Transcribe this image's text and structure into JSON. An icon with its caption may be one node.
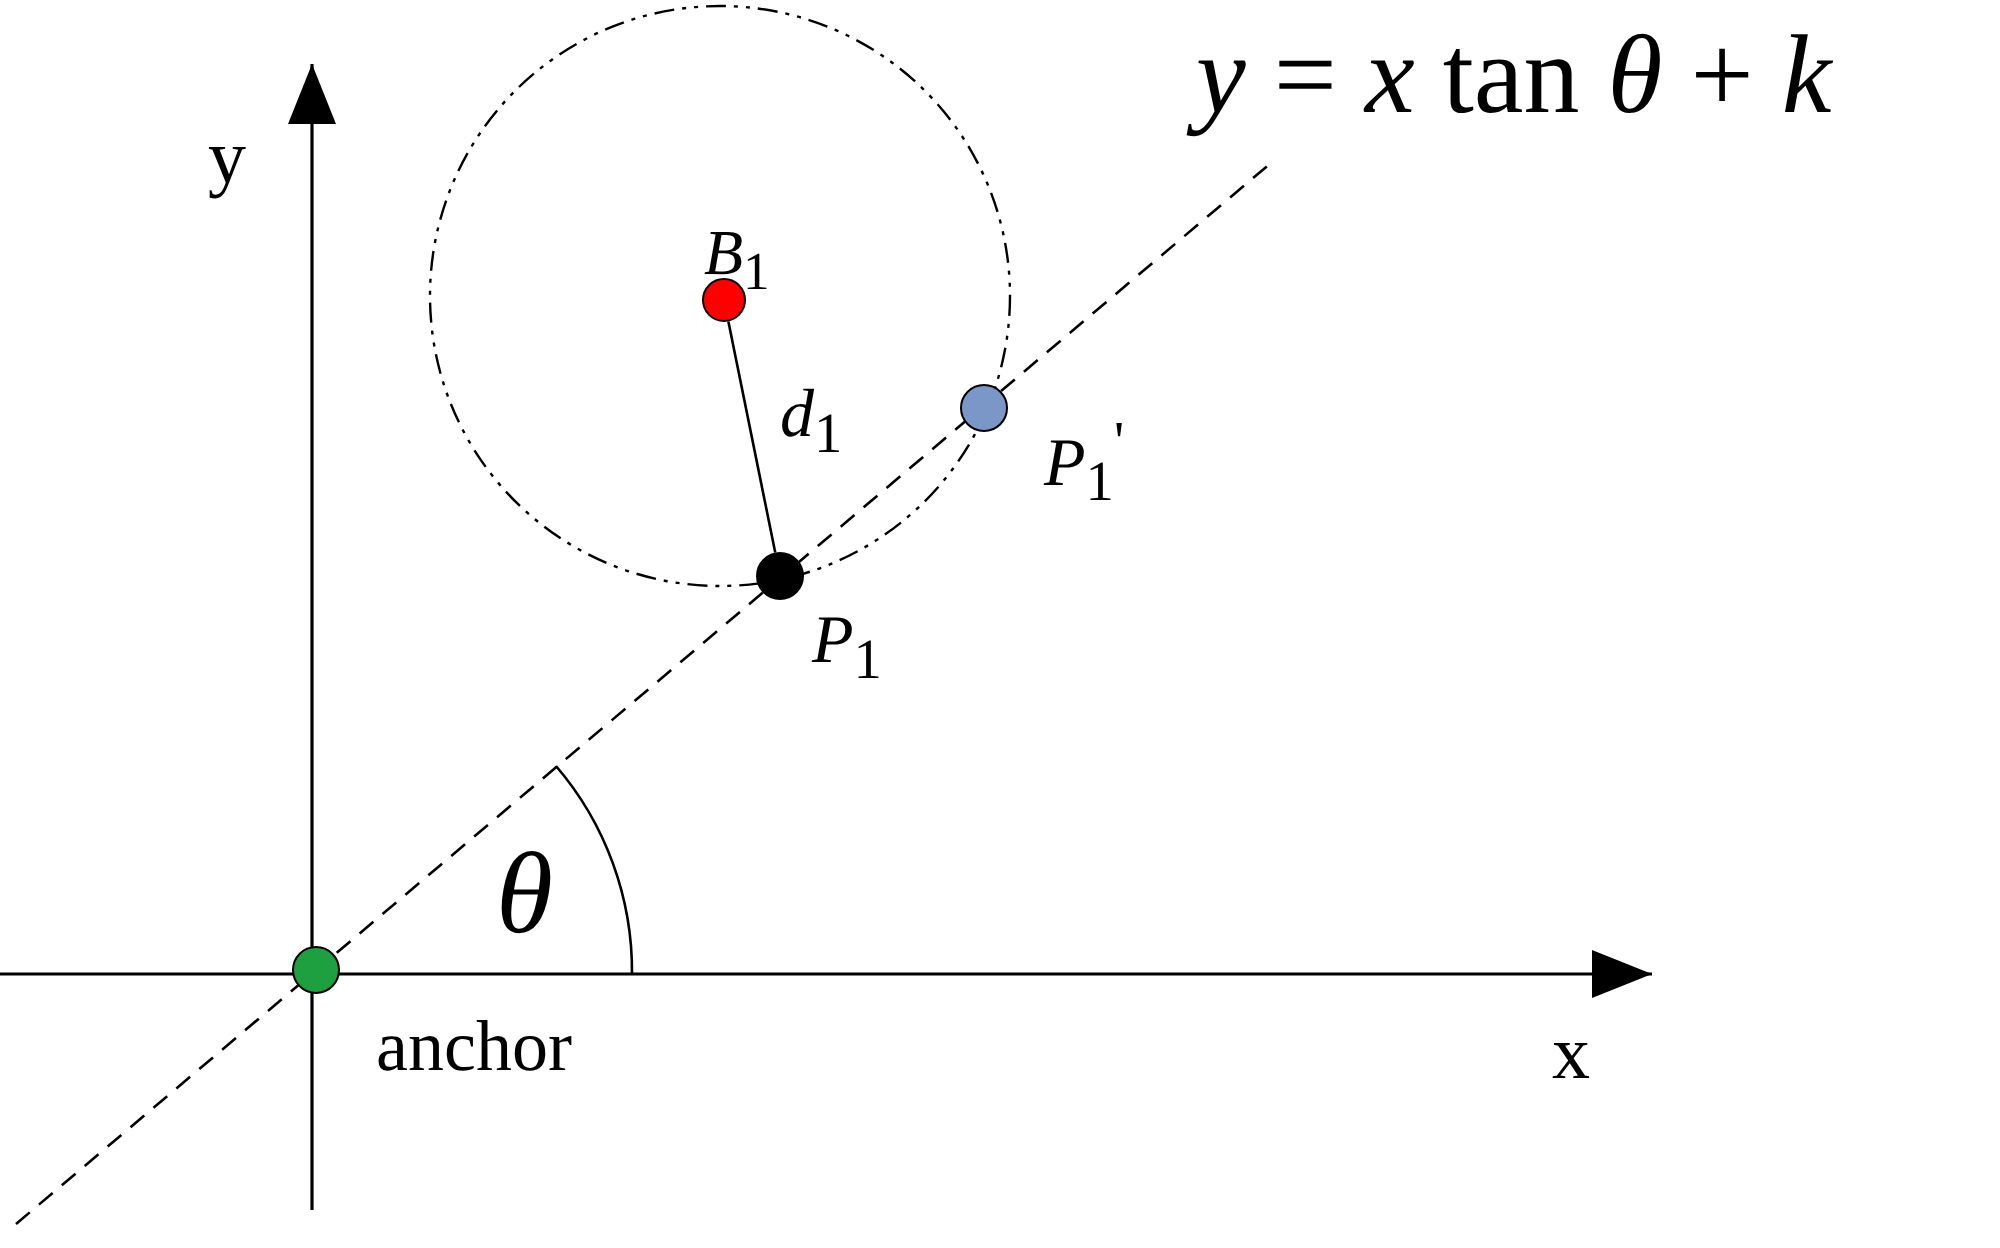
{
  "diagram": {
    "nodes": [
      {
        "text": [],
        "shape": "circle",
        "beside": [
          "*B*$_{1}$"
        ]
      },
      {
        "text": [],
        "shape": "circle",
        "beside": [
          "*P*$_{1}$"
        ]
      },
      {
        "text": [],
        "shape": "circle",
        "beside": [
          "*P*$_{1}$$^{'}$"
        ]
      },
      {
        "text": [],
        "shape": "circle",
        "beside": [
          "anchor"
        ]
      }
    ],
    "edges": [
      {
        "from": 0,
        "to": 1,
        "arrow": "none",
        "label": "*d*$_{1}$"
      }
    ],
    "labels": [
      "*y* = *x* tan *θ* + *k*",
      "y",
      "θ",
      "x"
    ]
  }
}
